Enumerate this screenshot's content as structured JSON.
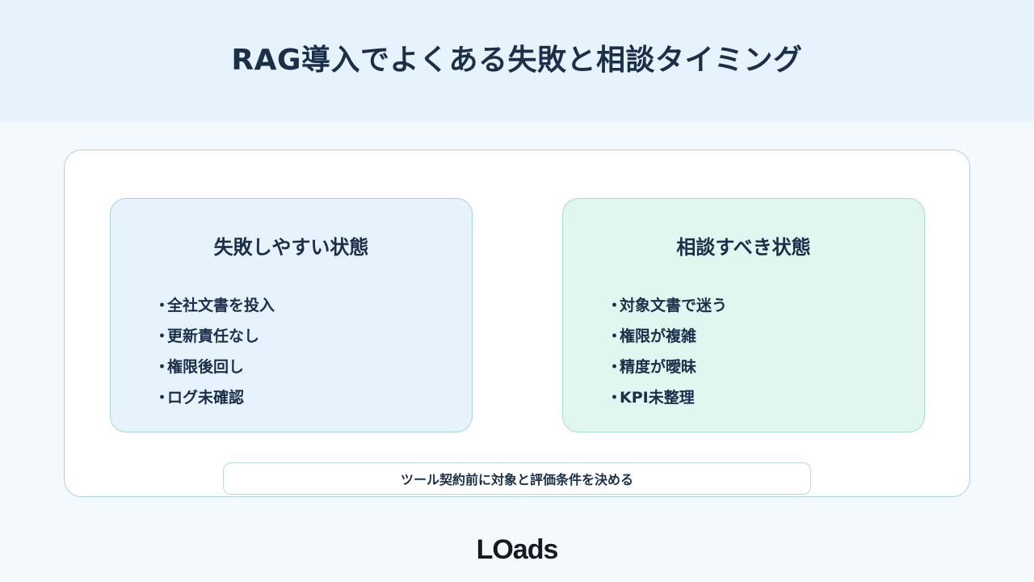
{
  "header": {
    "title": "RAG導入でよくある失敗と相談タイミング"
  },
  "panels": [
    {
      "title": "失敗しやすい状態",
      "items": [
        "全社文書を投入",
        "更新責任なし",
        "権限後回し",
        "ログ未確認"
      ]
    },
    {
      "title": "相談すべき状態",
      "items": [
        "対象文書で迷う",
        "権限が複雑",
        "精度が曖昧",
        "KPI未整理"
      ]
    }
  ],
  "footer_note": "ツール契約前に対象と評価条件を決める",
  "logo": "LOads",
  "bullet": "・",
  "colors": {
    "header_bg": "#e6f3fc",
    "fail_panel_bg": "#e6f2fc",
    "consult_panel_bg": "#e0f6ef",
    "text": "#1b2f4b"
  }
}
